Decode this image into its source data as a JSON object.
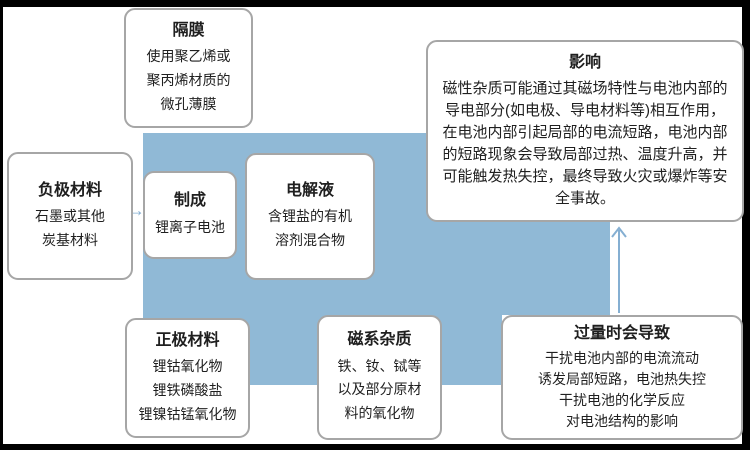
{
  "diagram": {
    "boxes": {
      "separator": {
        "title": "隔膜",
        "body": [
          "使用聚乙烯或",
          "聚丙烯材质的",
          "微孔薄膜"
        ]
      },
      "anode": {
        "title": "负极材料",
        "body": [
          "石墨或其他",
          "炭基材料"
        ]
      },
      "made_into": {
        "title": "制成",
        "body": "锂离子电池"
      },
      "electrolyte": {
        "title": "电解液",
        "body": [
          "含锂盐的有机",
          "溶剂混合物"
        ]
      },
      "impact": {
        "title": "影响",
        "body": "磁性杂质可能通过其磁场特性与电池内部的导电部分(如电极、导电材料等)相互作用，在电池内部引起局部的电流短路，电池内部的短路现象会导致局部过热、温度升高，并可能触发热失控，最终导致火灾或爆炸等安全事故。"
      },
      "cathode": {
        "title": "正极材料",
        "body": [
          "锂钴氧化物",
          "锂铁磷酸盐",
          "锂镍钴锰氧化物"
        ]
      },
      "magnetic_impurities": {
        "title": "磁系杂质",
        "body": [
          "铁、钕、铽等",
          "以及部分原材",
          "料的氧化物"
        ]
      },
      "excess_leads_to": {
        "title": "过量时会导致",
        "body": [
          "干扰电池内部的电流流动",
          "诱发局部短路，电池热失控",
          "干扰电池的化学反应",
          "对电池结构的影响"
        ]
      }
    },
    "arrows": {
      "right_glyph": "→",
      "up_glyph": "↑"
    },
    "colors": {
      "band": "#90B9D6",
      "arrow": "#85AFD2",
      "box-border": "#A6A6A6",
      "box-bg": "#FFFFFF",
      "text": "#1F1F1F",
      "frame": "#000000"
    }
  }
}
